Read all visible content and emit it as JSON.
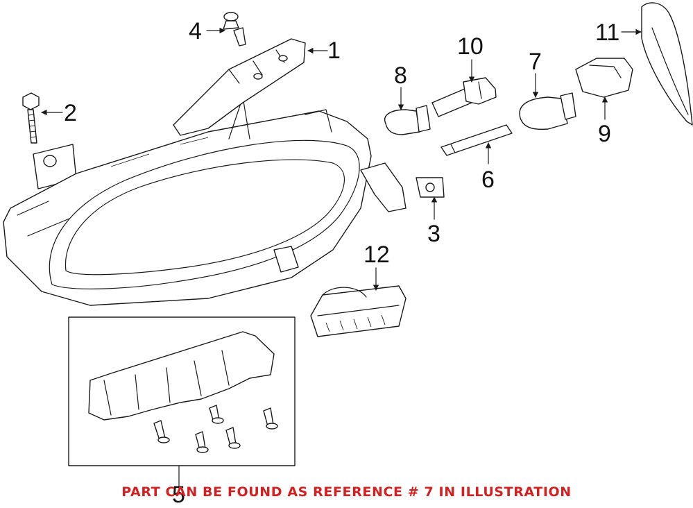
{
  "callouts": {
    "c1": "1",
    "c2": "2",
    "c3": "3",
    "c4": "4",
    "c5": "5",
    "c6": "6",
    "c7": "7",
    "c8": "8",
    "c9": "9",
    "c10": "10",
    "c11": "11",
    "c12": "12"
  },
  "note": {
    "text": "PART CAN BE FOUND AS REFERENCE # 7 IN ILLUSTRATION",
    "color": "#d42020"
  },
  "colors": {
    "line": "#1a1a1a",
    "background": "#ffffff"
  }
}
